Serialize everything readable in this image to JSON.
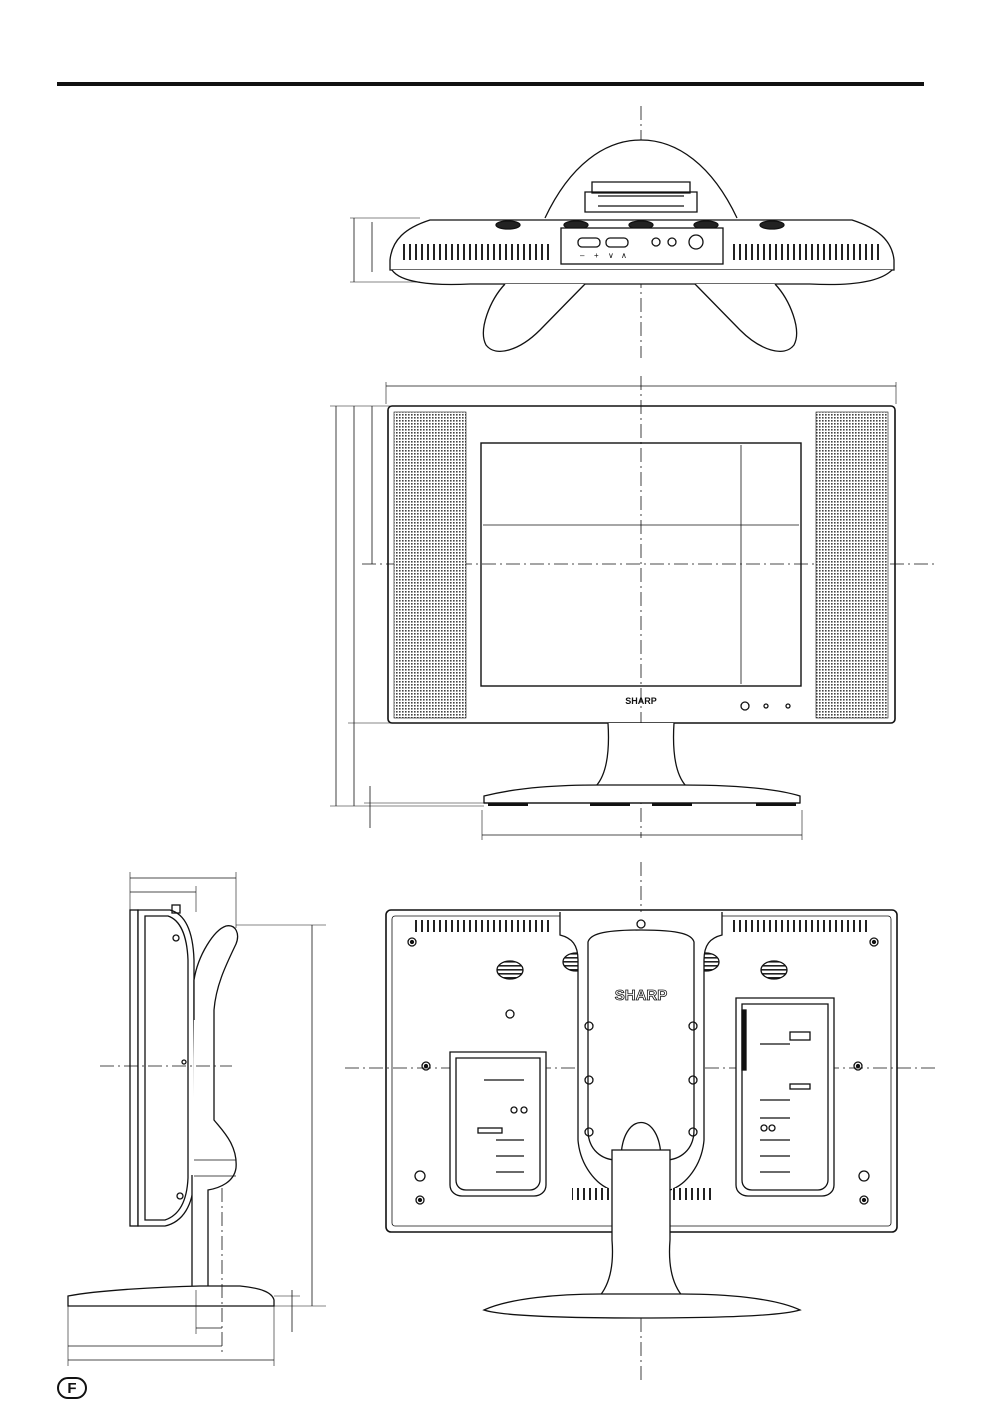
{
  "page": {
    "language_badge": "F"
  },
  "views": {
    "top": {
      "control_marks": [
        "–",
        "+",
        "∨",
        "∧"
      ]
    },
    "front": {
      "brand": "SHARP"
    },
    "back": {
      "brand": "SHARP"
    }
  },
  "colors": {
    "line": "#111111",
    "fill": "#ffffff",
    "grille": "#444444"
  }
}
